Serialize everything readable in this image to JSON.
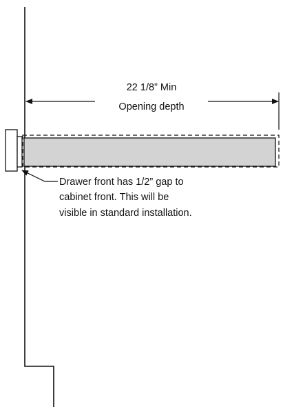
{
  "dimension": {
    "line1": "22 1/8” Min",
    "line2": "Opening depth"
  },
  "callout": {
    "line1": "Drawer front has 1/2” gap to",
    "line2": "cabinet front. This will be",
    "line3": "visible in standard installation."
  },
  "colors": {
    "line": "#111111",
    "drawer_fill": "#d3d3d3",
    "background": "#ffffff"
  }
}
